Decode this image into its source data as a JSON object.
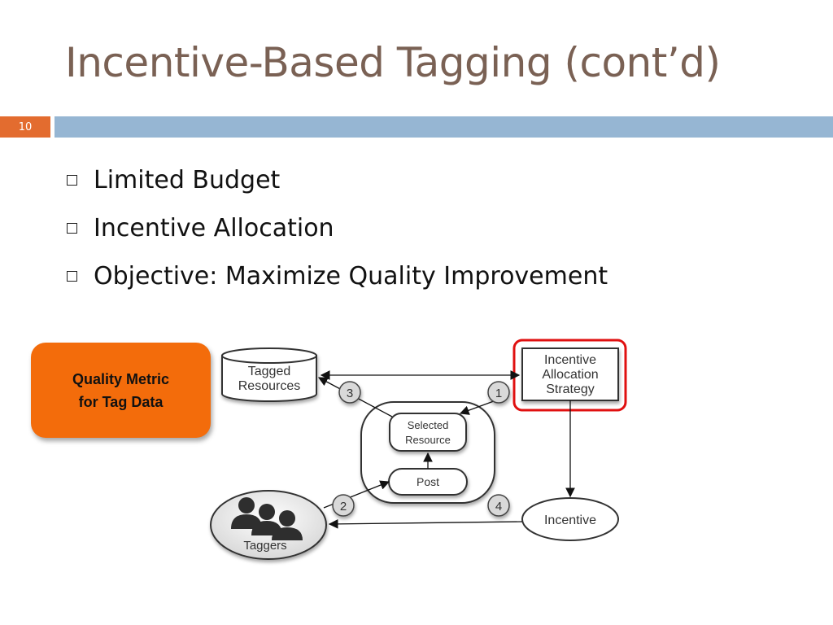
{
  "slide": {
    "title": "Incentive-Based Tagging (cont’d)",
    "page_number": "10"
  },
  "bullets": [
    "Limited Budget",
    "Incentive Allocation",
    "Objective: Maximize Quality Improvement"
  ],
  "callout": {
    "line1": "Quality Metric",
    "line2": "for Tag Data",
    "color": "#f36c0b"
  },
  "diagram": {
    "tagged_resources": [
      "Tagged",
      "Resources"
    ],
    "incentive_strategy": [
      "Incentive",
      "Allocation",
      "Strategy"
    ],
    "selected_resource": [
      "Selected",
      "Resource"
    ],
    "post": "Post",
    "incentive": "Incentive",
    "taggers": "Taggers",
    "steps": [
      "1",
      "2",
      "3",
      "4"
    ],
    "highlight_color": "#e01010"
  }
}
